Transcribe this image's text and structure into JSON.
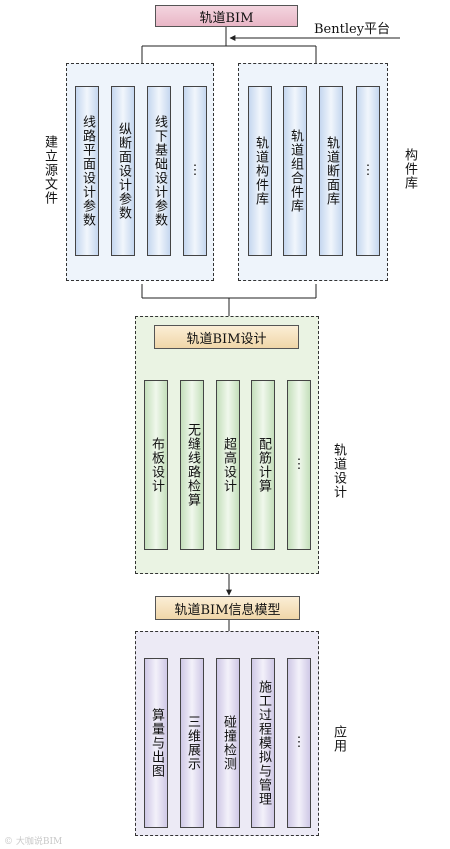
{
  "header": {
    "title": "轨道BIM",
    "platform": "Bentley平台"
  },
  "source_files": {
    "label": "建立源文件",
    "items": [
      "线路平面设计参数",
      "纵断面设计参数",
      "线下基础设计参数",
      "⋮"
    ]
  },
  "component_library": {
    "label": "构件库",
    "items": [
      "轨道构件库",
      "轨道组合件库",
      "轨道断面库",
      "⋮"
    ]
  },
  "design": {
    "title": "轨道BIM设计",
    "label": "轨道设计",
    "items": [
      "布板设计",
      "无缝线路检算",
      "超高设计",
      "配筋计算",
      "⋮"
    ]
  },
  "info_model": {
    "title": "轨道BIM信息模型"
  },
  "application": {
    "label": "应用",
    "items": [
      "算量与出图",
      "三维展示",
      "碰撞检测",
      "施工过程模拟与管理",
      "⋮"
    ]
  },
  "watermark": "© 大咖说BIM",
  "colors": {
    "pink_box": "#e9b6c6",
    "tan_box": "#f0d6a8",
    "blue_group": "#eef4fb",
    "green_group": "#eaf3e3",
    "purple_group": "#eceaf5"
  }
}
